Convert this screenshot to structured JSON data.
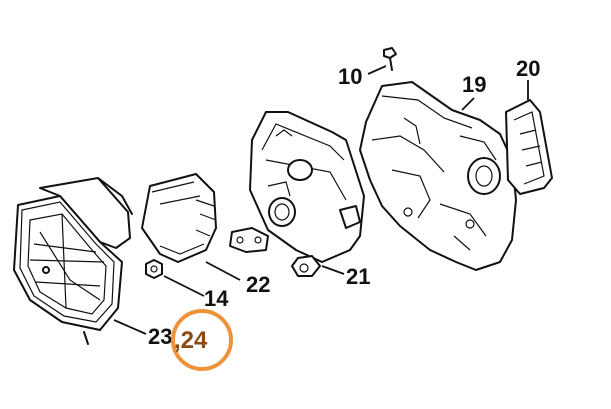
{
  "diagram": {
    "callouts": {
      "c10": "10",
      "c14": "14",
      "c19": "19",
      "c20": "20",
      "c21": "21",
      "c22": "22",
      "c23": "23",
      "c24": ",24"
    },
    "highlight_color": "#f0923a"
  }
}
